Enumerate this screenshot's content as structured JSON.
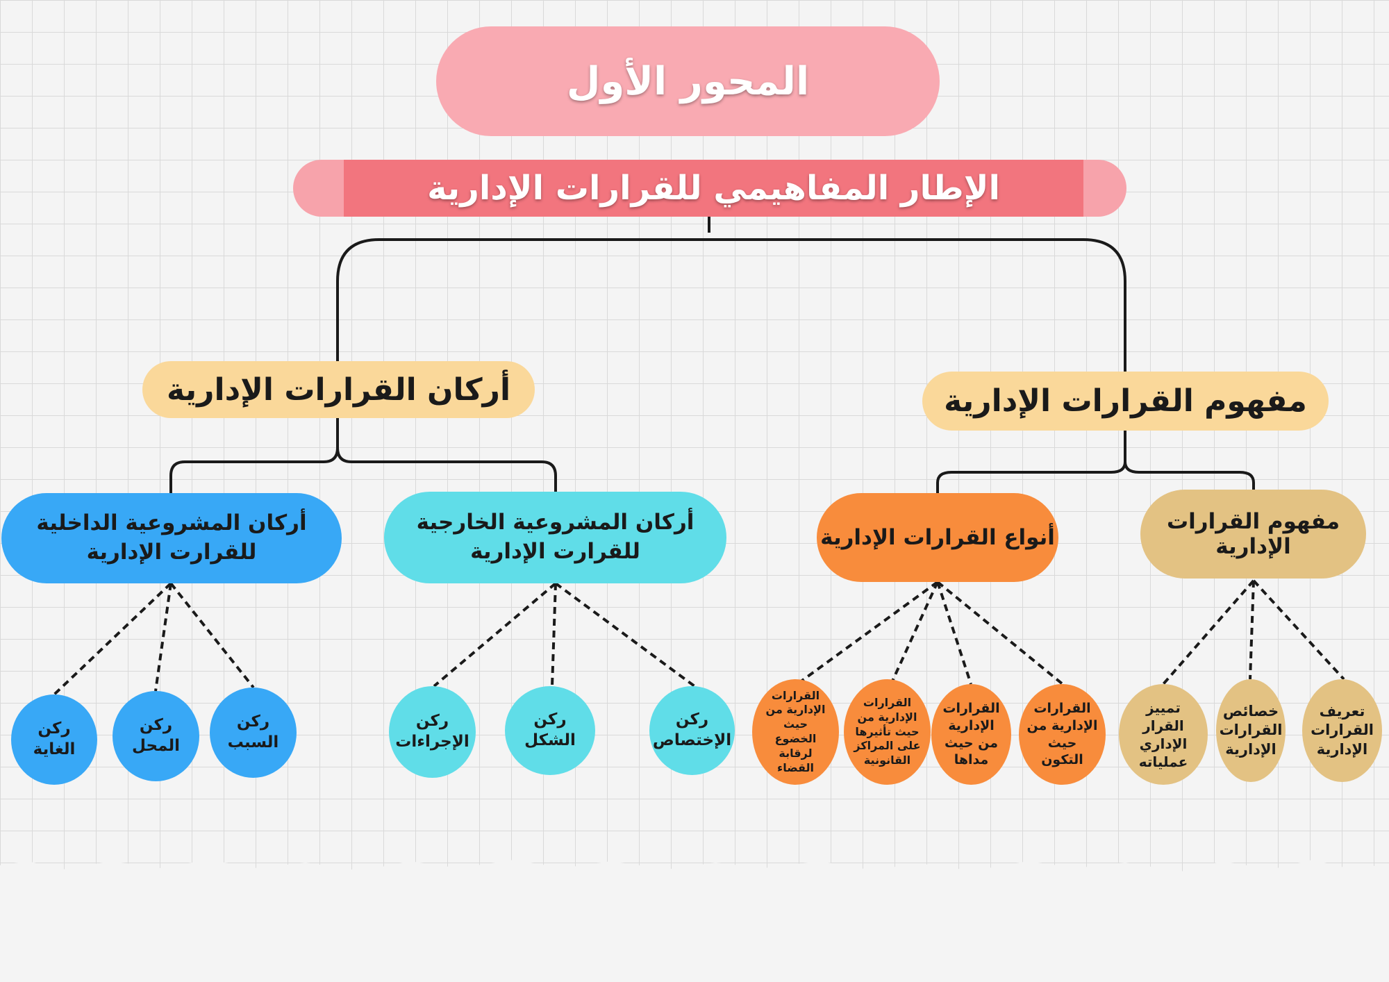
{
  "colors": {
    "grid_bg": "#f4f4f4",
    "grid_line": "#d9d9d9",
    "bottom_paper": "#fbfbf5",
    "title_pink": "#f9aab2",
    "subtitle_band": "#f2757e",
    "subtitle_caps": "#f7a3ab",
    "concept_yellow": "#fad89a",
    "concept_tan": "#e3c283",
    "types_orange": "#f88c3c",
    "external_cyan": "#60dde8",
    "internal_blue": "#38a8f6",
    "line": "#1a1a1a"
  },
  "title": "المحور الأول",
  "subtitle": "الإطار المفاهيمي للقرارات الإدارية",
  "branches": {
    "concept": {
      "label": "مفهوم القرارات الإدارية",
      "children": {
        "concept_sub": {
          "label": "مفهوم القرارات الإدارية",
          "leaves": [
            "تعريف القرارات الإدارية",
            "خصائص القرارات الإدارية",
            "تمييز القرار الإداري عملياته"
          ]
        },
        "types": {
          "label": "أنواع القرارات الإدارية",
          "leaves": [
            "القرارات الإدارية من حيث التكون",
            "القرارات الإدارية من حيث مداها",
            "القرارات الإدارية من حيث تأثيرها على المراكز القانونية",
            "القرارات الإدارية من حيث الخضوع لرقابة القضاء"
          ]
        }
      }
    },
    "pillars": {
      "label": "أركان القرارات الإدارية",
      "children": {
        "external": {
          "label": "أركان المشروعية الخارجية للقرارت الإدارية",
          "leaves": [
            "ركن الإختصاص",
            "ركن الشكل",
            "ركن الإجراءات"
          ]
        },
        "internal": {
          "label": "أركان المشروعية الداخلية للقرارت الإدارية",
          "leaves": [
            "ركن السبب",
            "ركن المحل",
            "ركن الغاية"
          ]
        }
      }
    }
  }
}
